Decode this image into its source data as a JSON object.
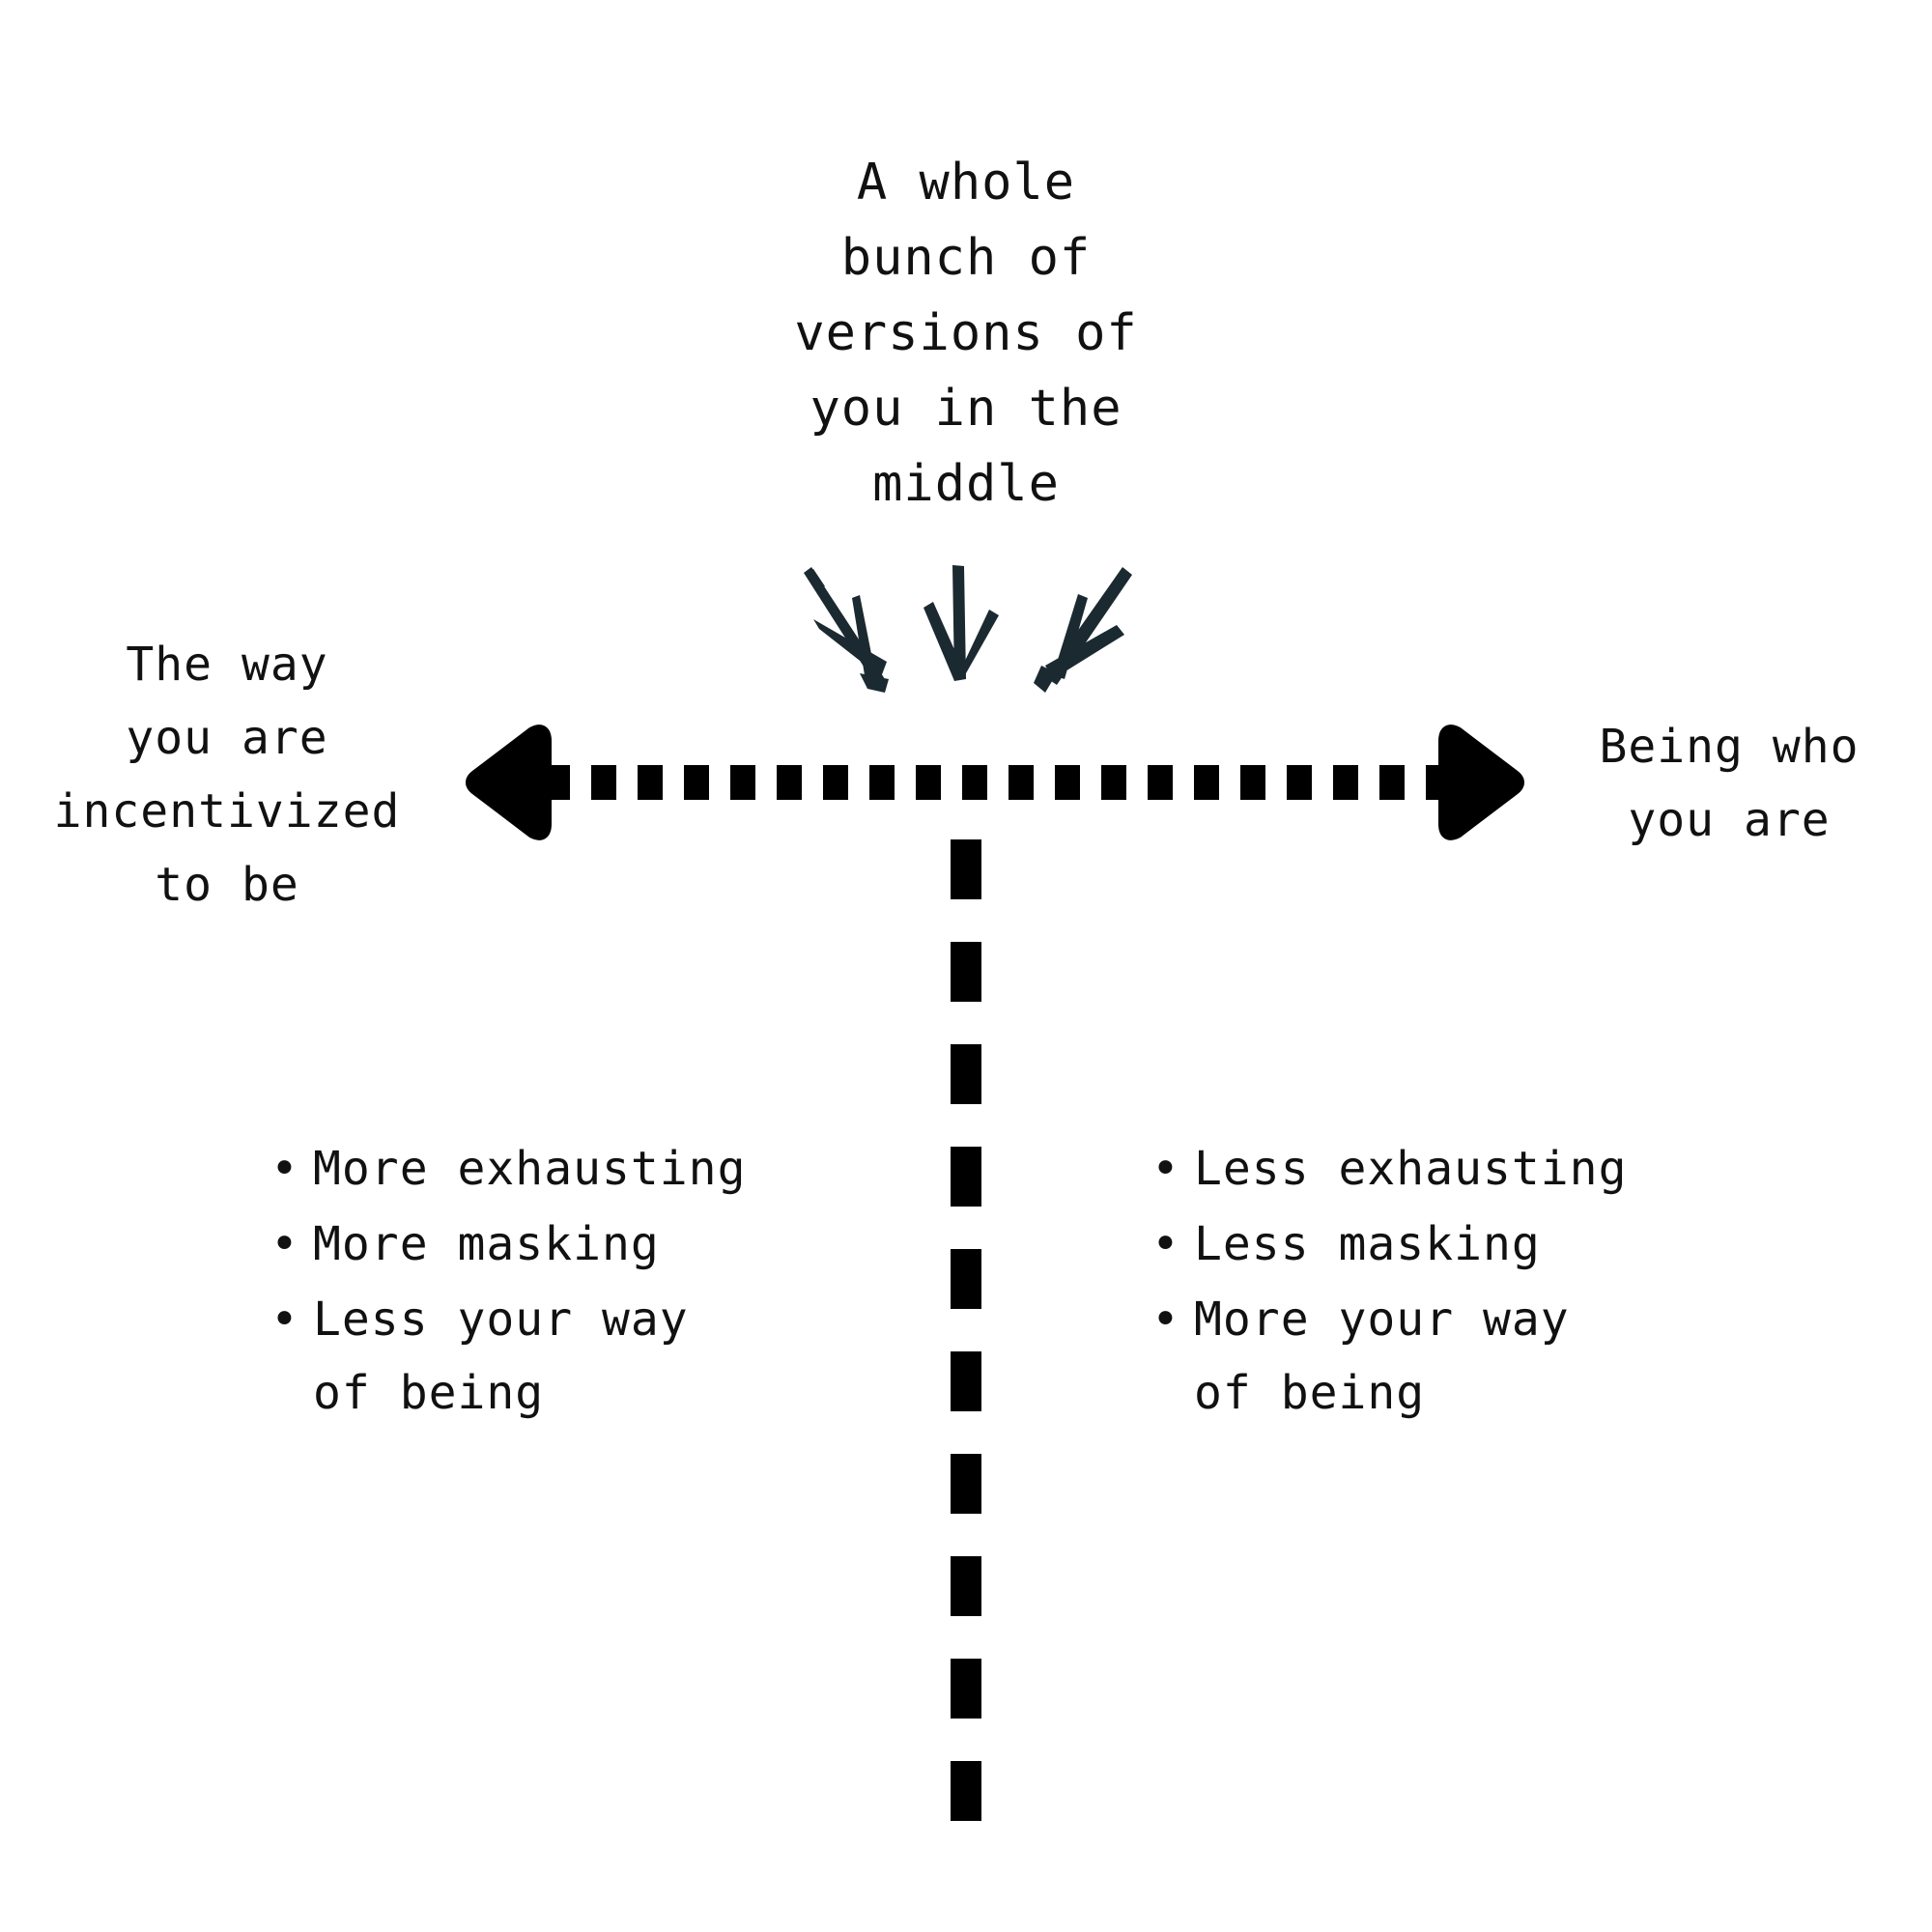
{
  "diagram": {
    "background_color": "#ffffff",
    "text_color": "#111111",
    "axis_color": "#000000",
    "arrow_sketch_color": "#1b2a30",
    "top_caption": "A whole\nbunch of\nversions of\nyou in the\nmiddle",
    "axis": {
      "left_label": "The way\nyou are\nincentivized\nto be",
      "right_label": "Being who\nyou are"
    },
    "left_column": {
      "bullet_glyph": "•",
      "items": [
        "More exhausting",
        "More masking",
        "Less your way\nof being"
      ]
    },
    "right_column": {
      "bullet_glyph": "•",
      "items": [
        "Less exhausting",
        "Less masking",
        "More your way\nof being"
      ]
    },
    "sketch_arrows": {
      "count": 3,
      "description": "three hand-drawn arrows pointing down toward the middle of the axis"
    }
  }
}
